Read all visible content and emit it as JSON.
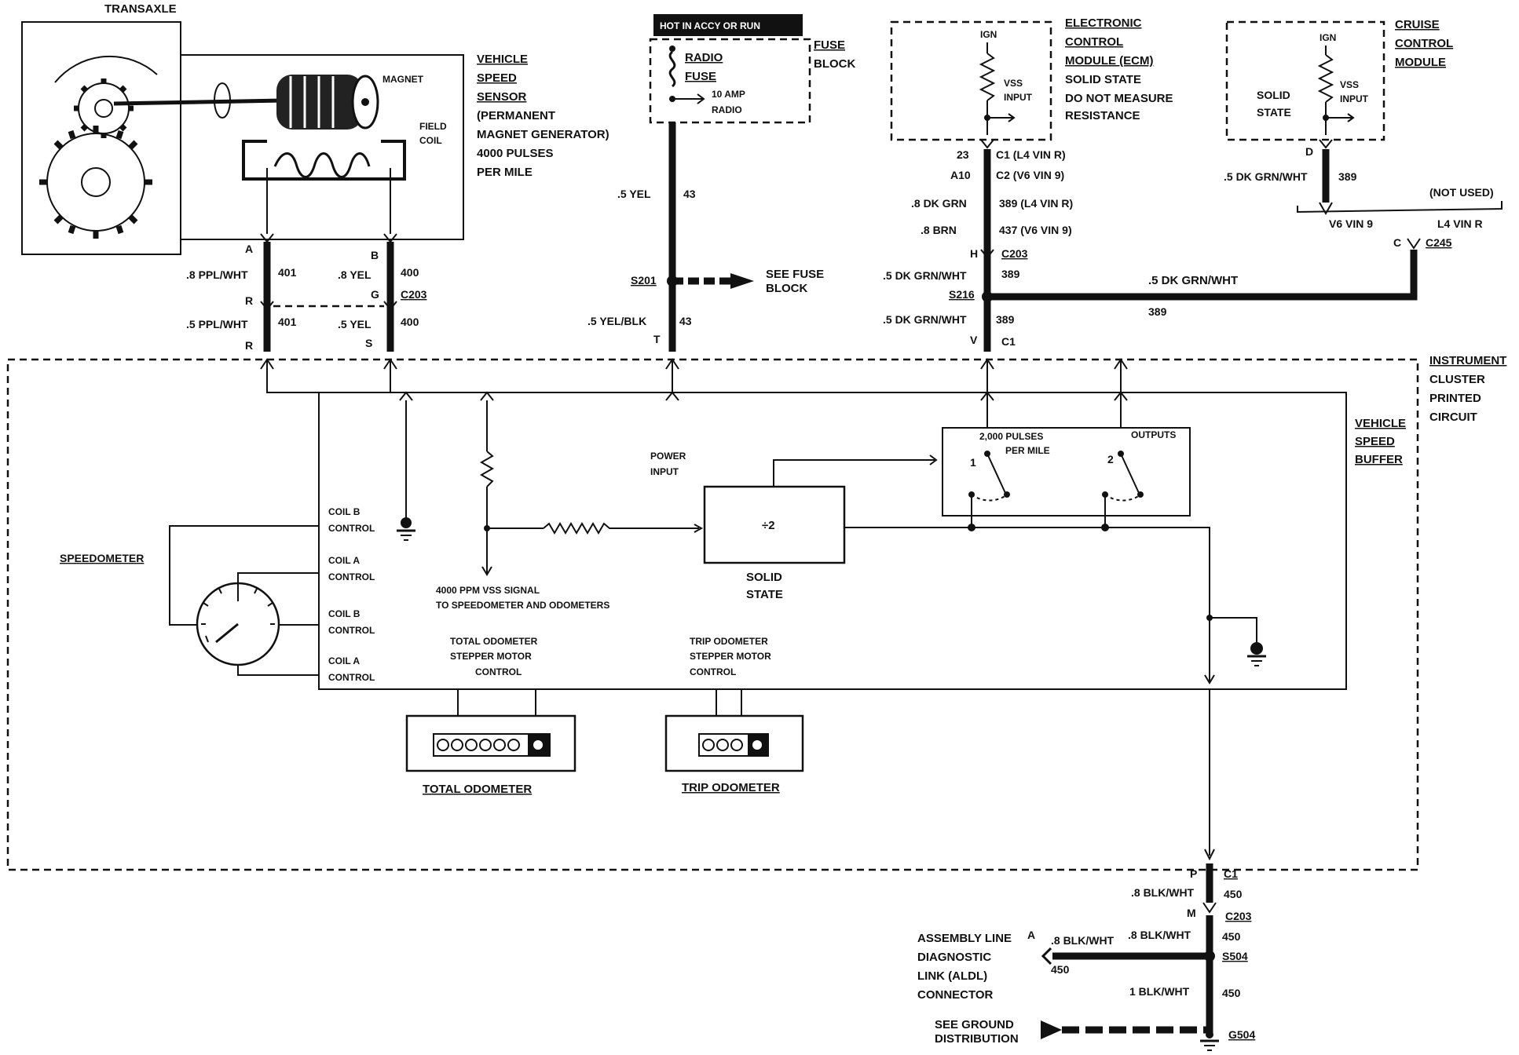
{
  "transaxle": {
    "title": "TRANSAXLE",
    "magnet": "MAGNET",
    "field_coil_1": "FIELD",
    "field_coil_2": "COIL"
  },
  "vss_label": [
    "VEHICLE",
    "SPEED",
    "SENSOR",
    "(PERMANENT",
    "MAGNET GENERATOR)",
    "4000 PULSES",
    "PER MILE"
  ],
  "vss_wires": {
    "pin_a": "A",
    "pin_b": "B",
    "pin_r1": "R",
    "pin_g": "G",
    "pin_r2": "R",
    "pin_s": "S",
    "w1": ".8 PPL/WHT",
    "c1": "401",
    "w2": ".8 YEL",
    "c2": "400",
    "conn": "C203",
    "w3": ".5 PPL/WHT",
    "c3": "401",
    "w4": ".5 YEL",
    "c4": "400"
  },
  "fuse": {
    "hot": "HOT IN ACCY OR RUN",
    "radio": "RADIO",
    "fuse": "FUSE",
    "amp": "10 AMP",
    "radio2": "RADIO",
    "block_1": "FUSE",
    "block_2": "BLOCK",
    "w1": ".5 YEL",
    "c1": "43",
    "splice": "S201",
    "see_1": "SEE FUSE",
    "see_2": "BLOCK",
    "w2": ".5 YEL/BLK",
    "c2": "43",
    "pin": "T"
  },
  "ecm": {
    "ign": "IGN",
    "vss_1": "VSS",
    "vss_2": "INPUT",
    "label": [
      "ELECTRONIC",
      "CONTROL",
      "MODULE (ECM)",
      "SOLID STATE",
      "DO NOT MEASURE",
      "RESISTANCE"
    ],
    "pin23": "23",
    "c1": "C1 (L4 VIN R)",
    "pina10": "A10",
    "c2": "C2 (V6 VIN 9)",
    "w1": ".8 DK GRN",
    "c389": "389 (L4 VIN R)",
    "w2": ".8 BRN",
    "c437": "437 (V6 VIN 9)",
    "pinh": "H",
    "c203": "C203",
    "w3": ".5 DK GRN/WHT",
    "c3": "389",
    "splice": "S216",
    "w4": ".5 DK GRN/WHT",
    "c4": "389",
    "pinv": "V",
    "c1b": "C1",
    "w5": ".5 DK GRN/WHT",
    "c5": "389"
  },
  "cruise": {
    "ign": "IGN",
    "vss_1": "VSS",
    "vss_2": "INPUT",
    "solid_1": "SOLID",
    "solid_2": "STATE",
    "label": [
      "CRUISE",
      "CONTROL",
      "MODULE"
    ],
    "pind": "D",
    "w": ".5 DK GRN/WHT",
    "c": "389",
    "not_used": "(NOT USED)",
    "v6": "V6 VIN 9",
    "l4": "L4 VIN R",
    "pinc": "C",
    "c245": "C245"
  },
  "cluster": {
    "label": [
      "INSTRUMENT",
      "CLUSTER",
      "PRINTED",
      "CIRCUIT"
    ],
    "buffer": [
      "VEHICLE",
      "SPEED",
      "BUFFER"
    ],
    "power_1": "POWER",
    "power_2": "INPUT",
    "pulses_1": "2,000 PULSES",
    "pulses_2": "PER MILE",
    "outputs": "OUTPUTS",
    "out1": "1",
    "out2": "2",
    "divider": "÷2",
    "solid_1": "SOLID",
    "solid_2": "STATE",
    "coil_b_ctl": [
      "COIL B",
      "CONTROL"
    ],
    "coil_a_ctl": [
      "COIL A",
      "CONTROL"
    ],
    "coil_b2_ctl": [
      "COIL B",
      "CONTROL"
    ],
    "coil_a2_ctl": [
      "COIL A",
      "CONTROL"
    ],
    "speedometer": "SPEEDOMETER",
    "signal_1": "4000 PPM VSS SIGNAL",
    "signal_2": "TO SPEEDOMETER AND ODOMETERS",
    "total_ctl": [
      "TOTAL ODOMETER",
      "STEPPER MOTOR",
      "CONTROL"
    ],
    "trip_ctl": [
      "TRIP ODOMETER",
      "STEPPER MOTOR",
      "CONTROL"
    ],
    "total_odo": "TOTAL ODOMETER",
    "trip_odo": "TRIP ODOMETER"
  },
  "ground": {
    "pinp": "P",
    "c1": "C1",
    "w1": ".8 BLK/WHT",
    "c450a": "450",
    "pinm": "M",
    "c203": "C203",
    "w2": ".8 BLK/WHT",
    "c450b": "450",
    "aldl": [
      "ASSEMBLY LINE",
      "DIAGNOSTIC",
      "LINK (ALDL)",
      "CONNECTOR"
    ],
    "pina": "A",
    "w3": ".8 BLK/WHT",
    "c450c": "450",
    "splice": "S504",
    "w4": "1 BLK/WHT",
    "c450d": "450",
    "see_1": "SEE GROUND",
    "see_2": "DISTRIBUTION",
    "g": "G504"
  }
}
